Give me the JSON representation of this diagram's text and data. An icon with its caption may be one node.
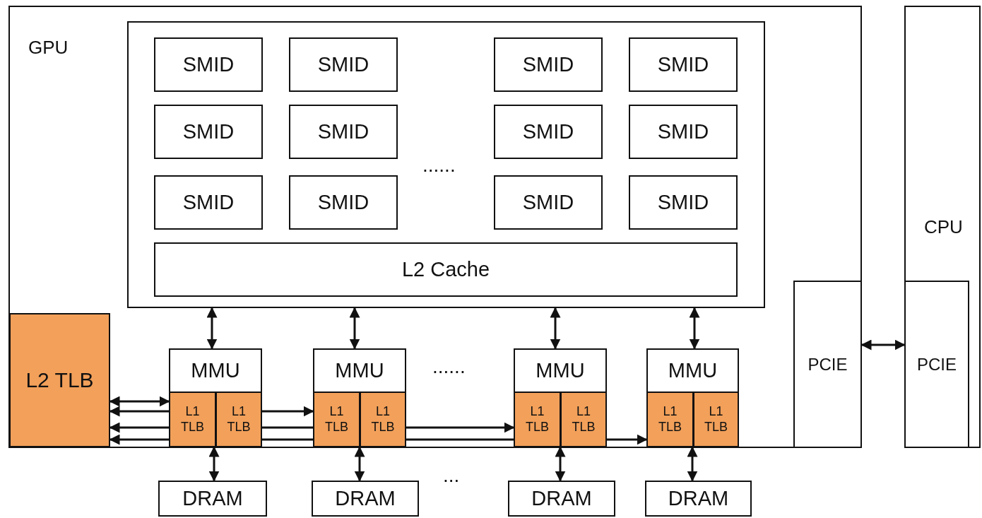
{
  "diagram": {
    "nodes": [
      {
        "text": [
          "GPU"
        ]
      },
      {
        "text": [],
        "shape": "box",
        "in": 0
      },
      {
        "text": [
          "SMID"
        ],
        "in": 1
      },
      {
        "text": [
          "SMID"
        ],
        "in": 1
      },
      {
        "text": [
          "SMID"
        ],
        "in": 1
      },
      {
        "text": [
          "SMID"
        ],
        "in": 1
      },
      {
        "text": [
          "SMID"
        ],
        "in": 1
      },
      {
        "text": [
          "SMID"
        ],
        "in": 1
      },
      {
        "text": [
          "SMID"
        ],
        "in": 1
      },
      {
        "text": [
          "SMID"
        ],
        "in": 1
      },
      {
        "text": [
          "SMID"
        ],
        "in": 1
      },
      {
        "text": [
          "SMID"
        ],
        "in": 1
      },
      {
        "text": [
          "SMID"
        ],
        "in": 1
      },
      {
        "text": [
          "SMID"
        ],
        "in": 1
      },
      {
        "text": [
          "L2 Cache"
        ],
        "in": 1
      },
      {
        "text": [
          "L2 TLB"
        ],
        "in": 0
      },
      {
        "text": [
          "MMU"
        ],
        "in": 0
      },
      {
        "text": [
          "L1 TLB"
        ],
        "in": 0
      },
      {
        "text": [
          "L1 TLB"
        ],
        "in": 0
      },
      {
        "text": [
          "MMU"
        ],
        "in": 0
      },
      {
        "text": [
          "L1 TLB"
        ],
        "in": 0
      },
      {
        "text": [
          "L1 TLB"
        ],
        "in": 0
      },
      {
        "text": [
          "MMU"
        ],
        "in": 0
      },
      {
        "text": [
          "L1 TLB"
        ],
        "in": 0
      },
      {
        "text": [
          "L1 TLB"
        ],
        "in": 0
      },
      {
        "text": [
          "MMU"
        ],
        "in": 0
      },
      {
        "text": [
          "L1 TLB"
        ],
        "in": 0
      },
      {
        "text": [
          "L1 TLB"
        ],
        "in": 0
      },
      {
        "text": [
          "PCIE"
        ],
        "in": 0
      },
      {
        "text": [
          "CPU"
        ]
      },
      {
        "text": [
          "PCIE"
        ],
        "in": 29
      },
      {
        "text": [
          "DRAM"
        ]
      },
      {
        "text": [
          "DRAM"
        ]
      },
      {
        "text": [
          "DRAM"
        ]
      },
      {
        "text": [
          "DRAM"
        ]
      }
    ],
    "edges": [
      {
        "from": 1,
        "to": 16,
        "arrow": "both"
      },
      {
        "from": 1,
        "to": 19,
        "arrow": "both"
      },
      {
        "from": 1,
        "to": 22,
        "arrow": "both"
      },
      {
        "from": 1,
        "to": 25,
        "arrow": "both"
      },
      {
        "from": 15,
        "to": 17,
        "arrow": "both"
      },
      {
        "from": 17,
        "to": 15,
        "arrow": "to"
      },
      {
        "from": 18,
        "to": 20,
        "arrow": "to"
      },
      {
        "from": 17,
        "to": 15,
        "arrow": "to"
      },
      {
        "from": 18,
        "to": 20,
        "arrow": "none"
      },
      {
        "from": 21,
        "to": 23,
        "arrow": "to"
      },
      {
        "from": 17,
        "to": 15,
        "arrow": "to"
      },
      {
        "from": 18,
        "to": 20,
        "arrow": "none"
      },
      {
        "from": 21,
        "to": 23,
        "arrow": "none"
      },
      {
        "from": 24,
        "to": 26,
        "arrow": "to"
      },
      {
        "from": 17,
        "to": 31,
        "arrow": "both"
      },
      {
        "from": 20,
        "to": 32,
        "arrow": "both"
      },
      {
        "from": 23,
        "to": 33,
        "arrow": "both"
      },
      {
        "from": 26,
        "to": 34,
        "arrow": "both"
      },
      {
        "from": 28,
        "to": 30,
        "arrow": "both"
      }
    ],
    "labels": [
      "......",
      "......",
      "..."
    ]
  }
}
